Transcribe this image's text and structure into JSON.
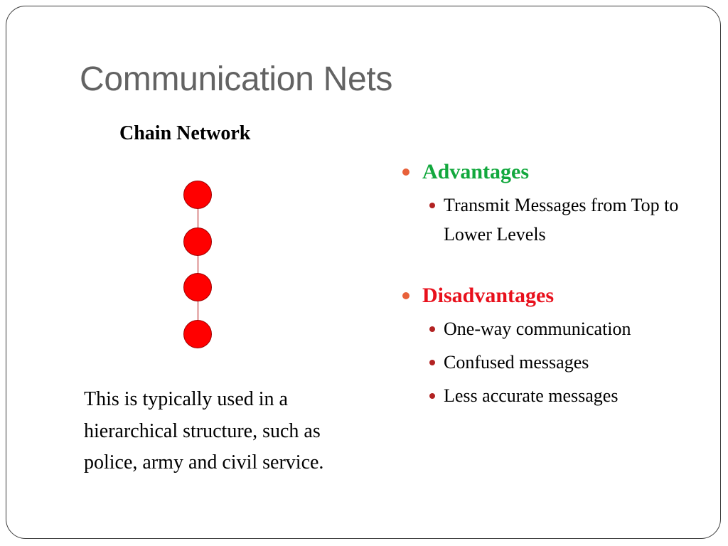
{
  "slide": {
    "title": "Communication Nets",
    "subtitle": "Chain Network",
    "description": "This is typically used in a hierarchical structure, such as police, army and civil service."
  },
  "diagram": {
    "type": "chain-network",
    "node_count": 4,
    "node_color": "#ff0000",
    "link_color": "#b00000"
  },
  "advantages": {
    "heading": "Advantages",
    "color": "#12a83d",
    "items": [
      "Transmit Messages from Top to Lower Levels"
    ]
  },
  "disadvantages": {
    "heading": "Disadvantages",
    "color": "#e8101c",
    "items": [
      "One-way communication",
      "Confused messages",
      "Less accurate messages"
    ]
  }
}
